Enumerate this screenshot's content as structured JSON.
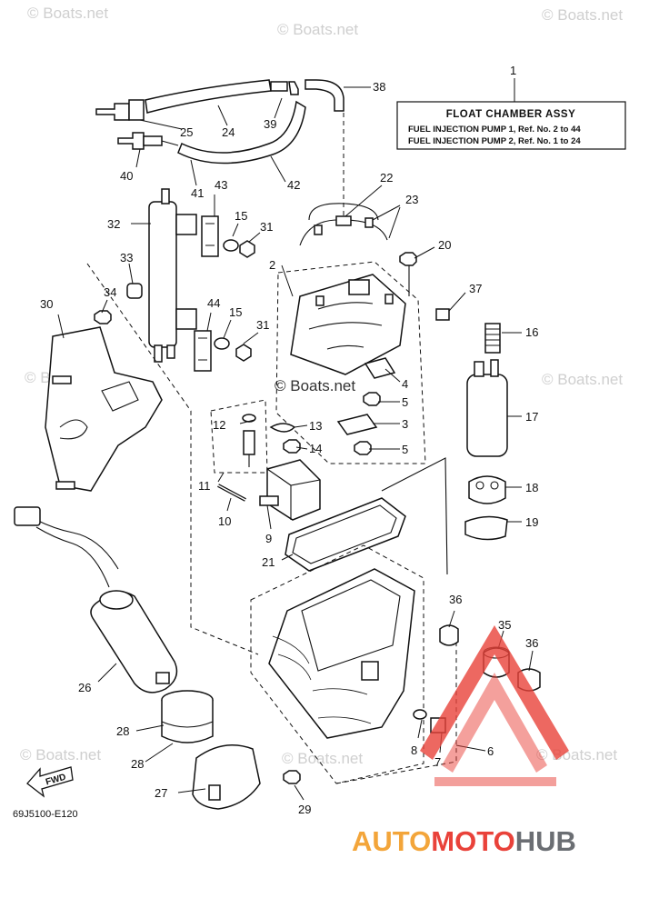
{
  "watermark": "© Boats.net",
  "info_box": {
    "ref": "1",
    "title": "FLOAT CHAMBER ASSY",
    "line1": "FUEL INJECTION PUMP 1,  Ref. No. 2 to 44",
    "line2": "FUEL INJECTION PUMP 2,  Ref. No. 1 to 24"
  },
  "diagram_code": "69J5100-E120",
  "fwd_label": "FWD",
  "brand": {
    "part1": "AUTO",
    "part2": "MOTO",
    "part3": "HUB"
  },
  "callouts": [
    "2",
    "3",
    "4",
    "5",
    "5",
    "6",
    "7",
    "8",
    "9",
    "10",
    "11",
    "12",
    "13",
    "14",
    "15",
    "15",
    "16",
    "17",
    "18",
    "19",
    "20",
    "21",
    "22",
    "23",
    "24",
    "25",
    "26",
    "27",
    "28",
    "28",
    "29",
    "30",
    "31",
    "31",
    "32",
    "33",
    "34",
    "35",
    "36",
    "36",
    "37",
    "38",
    "39",
    "40",
    "41",
    "42",
    "43",
    "44"
  ]
}
